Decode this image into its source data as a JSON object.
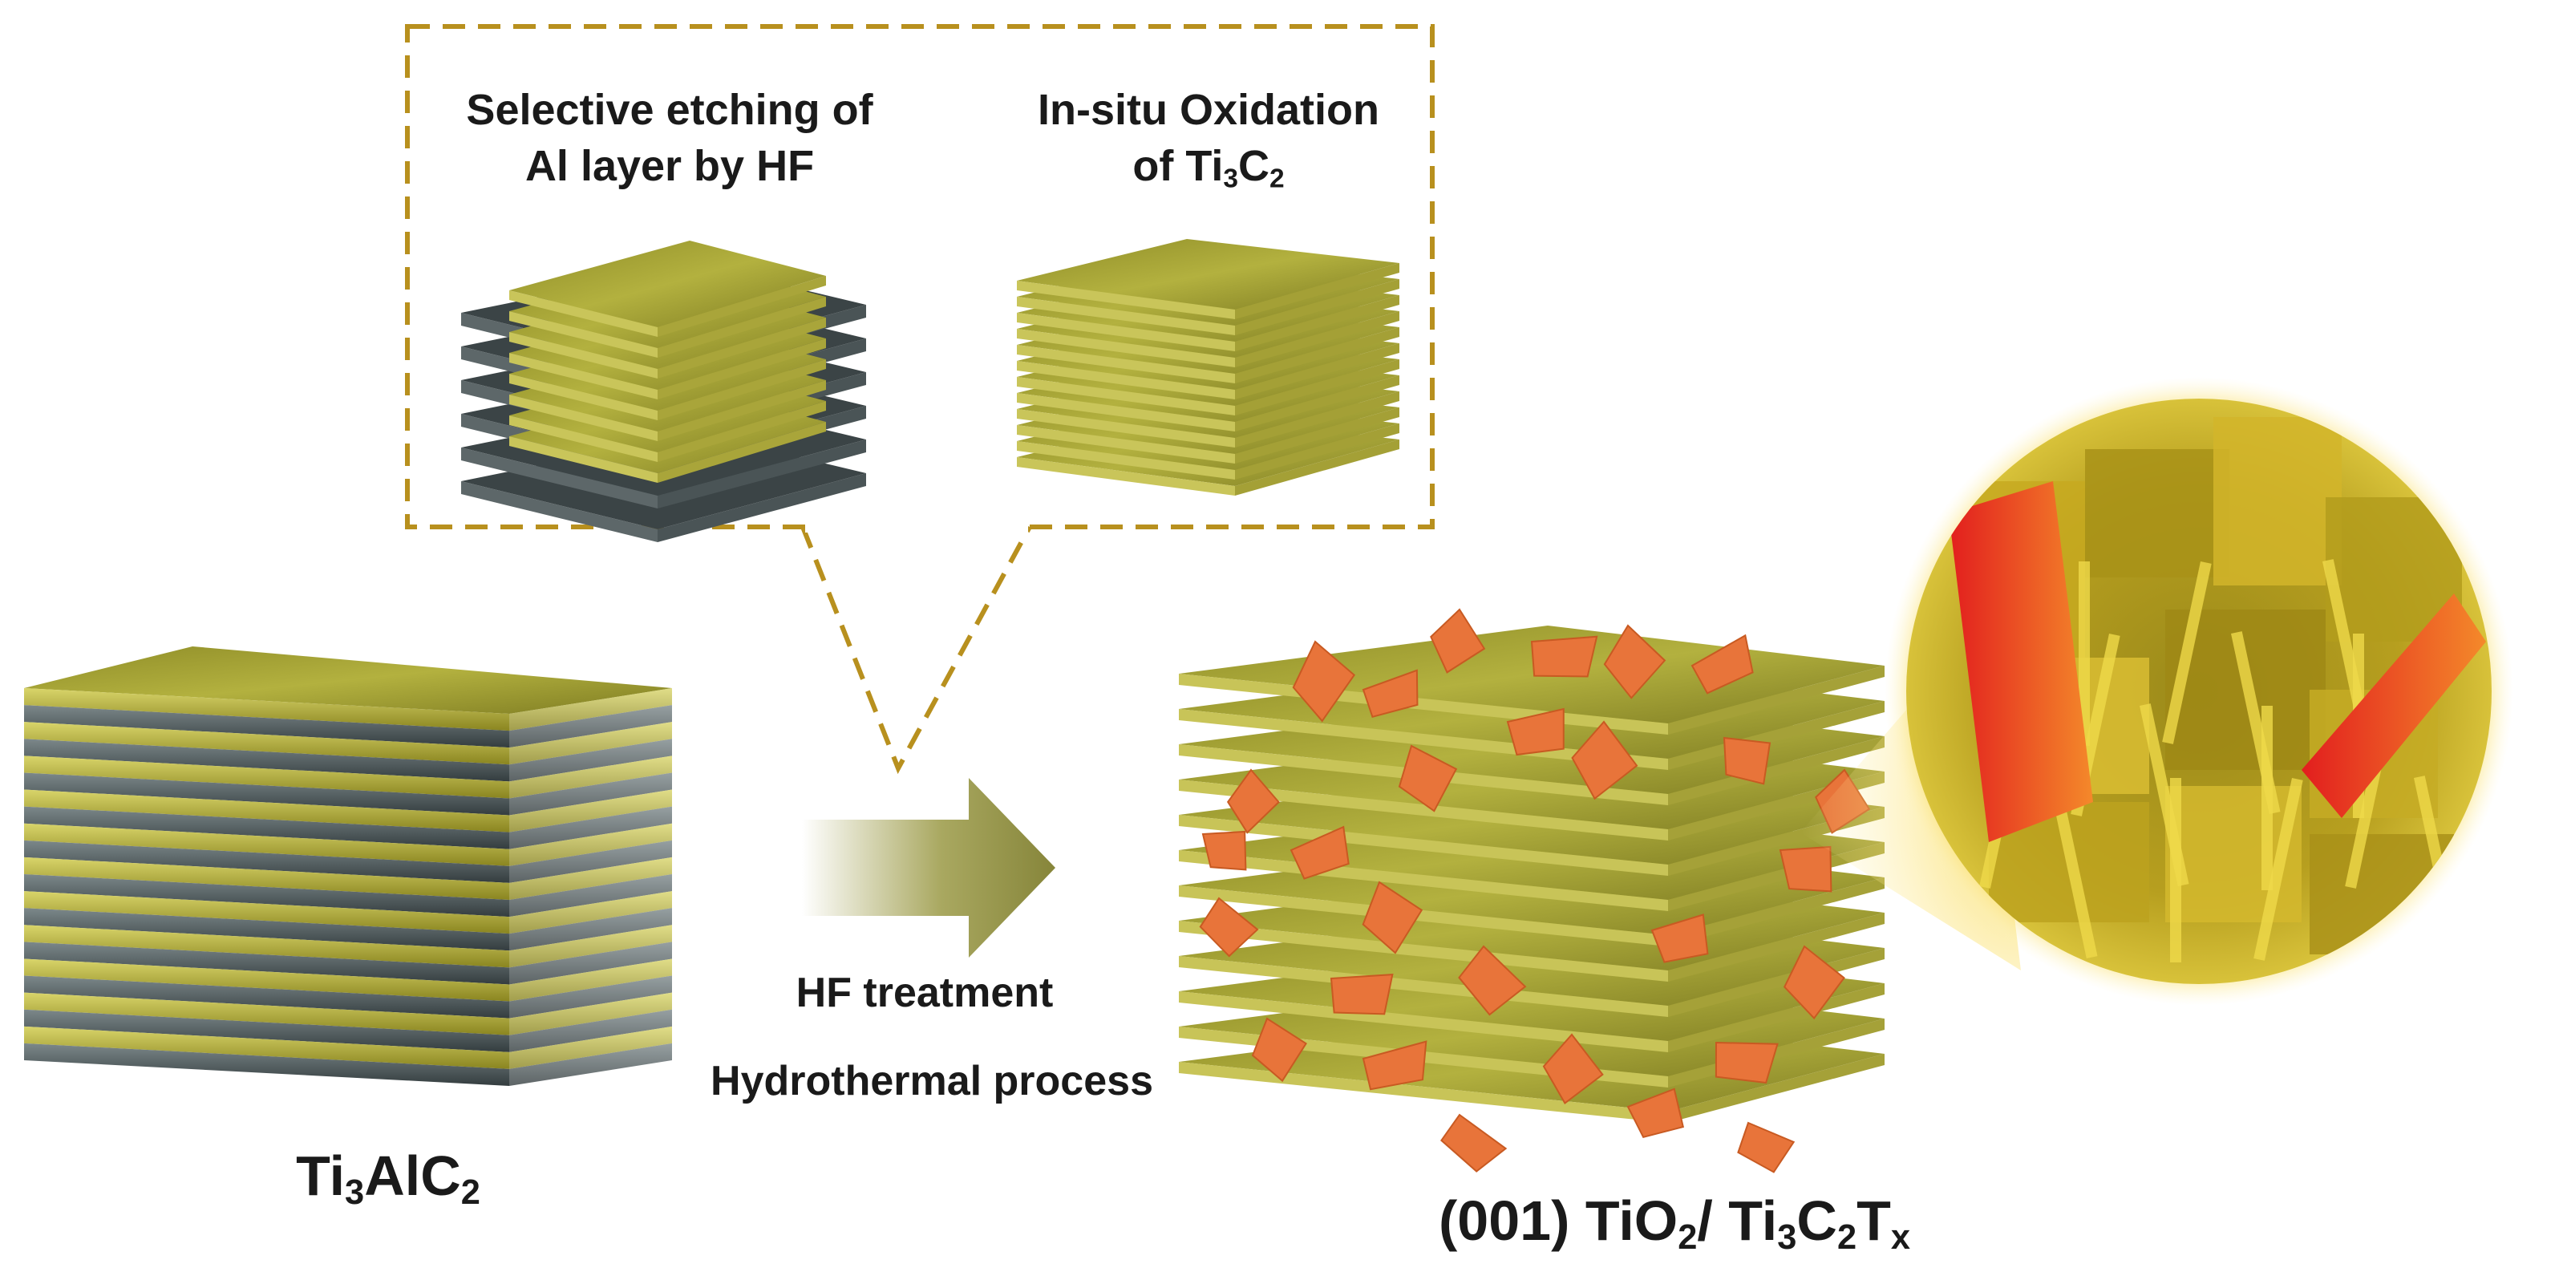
{
  "colors": {
    "mxene_gold": "#9c9a2a",
    "al_layer_gray": "#4e5a5c",
    "tio2_orange": "#e8743a",
    "dashed_box": "#b8901e",
    "arrow_olive": "#8e8c3c",
    "glow_yellow": "#f3cf3a"
  },
  "callout": {
    "step1_line1": "Selective etching of",
    "step1_line2": "Al layer by HF",
    "step2_line1": "In-situ Oxidation",
    "step2_line2_prefix": "of Ti",
    "step2_sub1": "3",
    "step2_mid": "C",
    "step2_sub2": "2"
  },
  "process": {
    "line1": "HF treatment",
    "line2": "Hydrothermal process"
  },
  "precursor": {
    "p1": "Ti",
    "s1": "3",
    "p2": "AlC",
    "s2": "2"
  },
  "product": {
    "p1": "(001) TiO",
    "s1": "2",
    "p2": "/ Ti",
    "s2": "3",
    "p3": "C",
    "s3": "2",
    "p4": "T",
    "s4": "x"
  }
}
